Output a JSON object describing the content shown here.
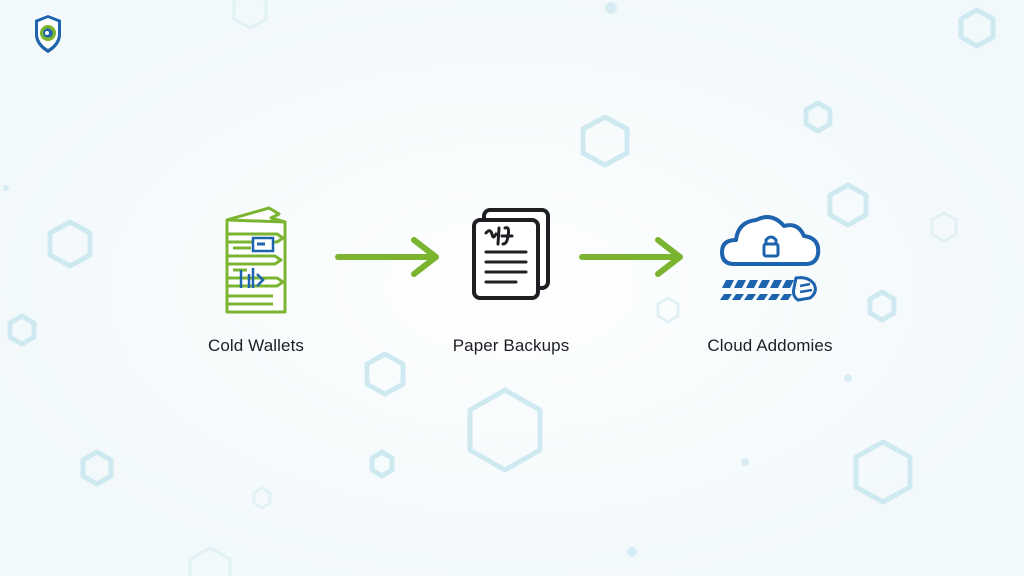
{
  "flow": {
    "steps": [
      {
        "label": "Cold Wallets",
        "icon": "folded-document-icon"
      },
      {
        "label": "Paper Backups",
        "icon": "paper-document-icon"
      },
      {
        "label": "Cloud Addomies",
        "icon": "cloud-lock-icon"
      }
    ],
    "connectors": [
      "arrow-right-icon",
      "arrow-right-icon"
    ]
  },
  "colors": {
    "background": "#f7fbfc",
    "hexagon": "#cfe9f1",
    "green": "#7bb430",
    "blue": "#1d63ad",
    "ink": "#1d1f22"
  }
}
